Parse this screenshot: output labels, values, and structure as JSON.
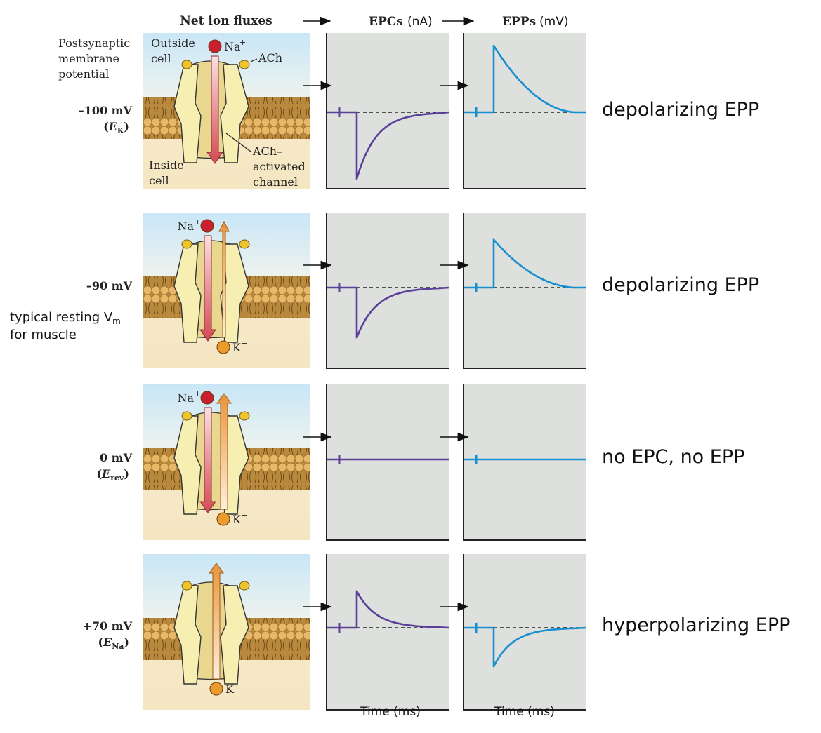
{
  "headers": {
    "fluxes": "Net ion fluxes",
    "epcs": "EPCs",
    "epcs_unit": "(nA)",
    "epps": "EPPs",
    "epps_unit": "(mV)"
  },
  "top_labels": {
    "potential_line1": "Postsynaptic",
    "potential_line2": "membrane",
    "potential_line3": "potential",
    "outside_line1": "Outside",
    "outside_line2": "cell",
    "inside_line1": "Inside",
    "inside_line2": "cell",
    "ach": "ACh",
    "channel_line1": "ACh–",
    "channel_line2": "activated",
    "channel_line3": "channel"
  },
  "ions": {
    "na": "Na",
    "k": "K",
    "charge": "+"
  },
  "time_label": "Time (ms)",
  "colors": {
    "epc": "#5b3f98",
    "epp": "#1a8fd0",
    "plot_bg": "#dde0dc",
    "na": "#d9535c",
    "k": "#e89a40"
  },
  "rows": [
    {
      "potential": "–100 mV",
      "eq_main": "E",
      "eq_sub": "K",
      "note_line1": "",
      "note_line2": "",
      "na_flux": "in",
      "k_flux": "none",
      "epc_relative_peak": -1.0,
      "epp_relative_peak": 1.0,
      "result": "depolarizing EPP"
    },
    {
      "potential": "–90 mV",
      "eq_main": "",
      "eq_sub": "",
      "note_line1": "typical resting V",
      "note_sub": "m",
      "note_line2": "for muscle",
      "na_flux": "in",
      "k_flux": "out-small",
      "epc_relative_peak": -0.75,
      "epp_relative_peak": 0.72,
      "result": "depolarizing EPP"
    },
    {
      "potential": "0 mV",
      "eq_main": "E",
      "eq_sub": "rev",
      "note_line1": "",
      "note_line2": "",
      "na_flux": "in",
      "k_flux": "out",
      "epc_relative_peak": 0,
      "epp_relative_peak": 0,
      "result": "no EPC, no EPP"
    },
    {
      "potential": "+70 mV",
      "eq_main": "E",
      "eq_sub": "Na",
      "note_line1": "",
      "note_line2": "",
      "na_flux": "none",
      "k_flux": "out",
      "epc_relative_peak": 0.55,
      "epp_relative_peak": -0.58,
      "result": "hyperpolarizing EPP"
    }
  ]
}
